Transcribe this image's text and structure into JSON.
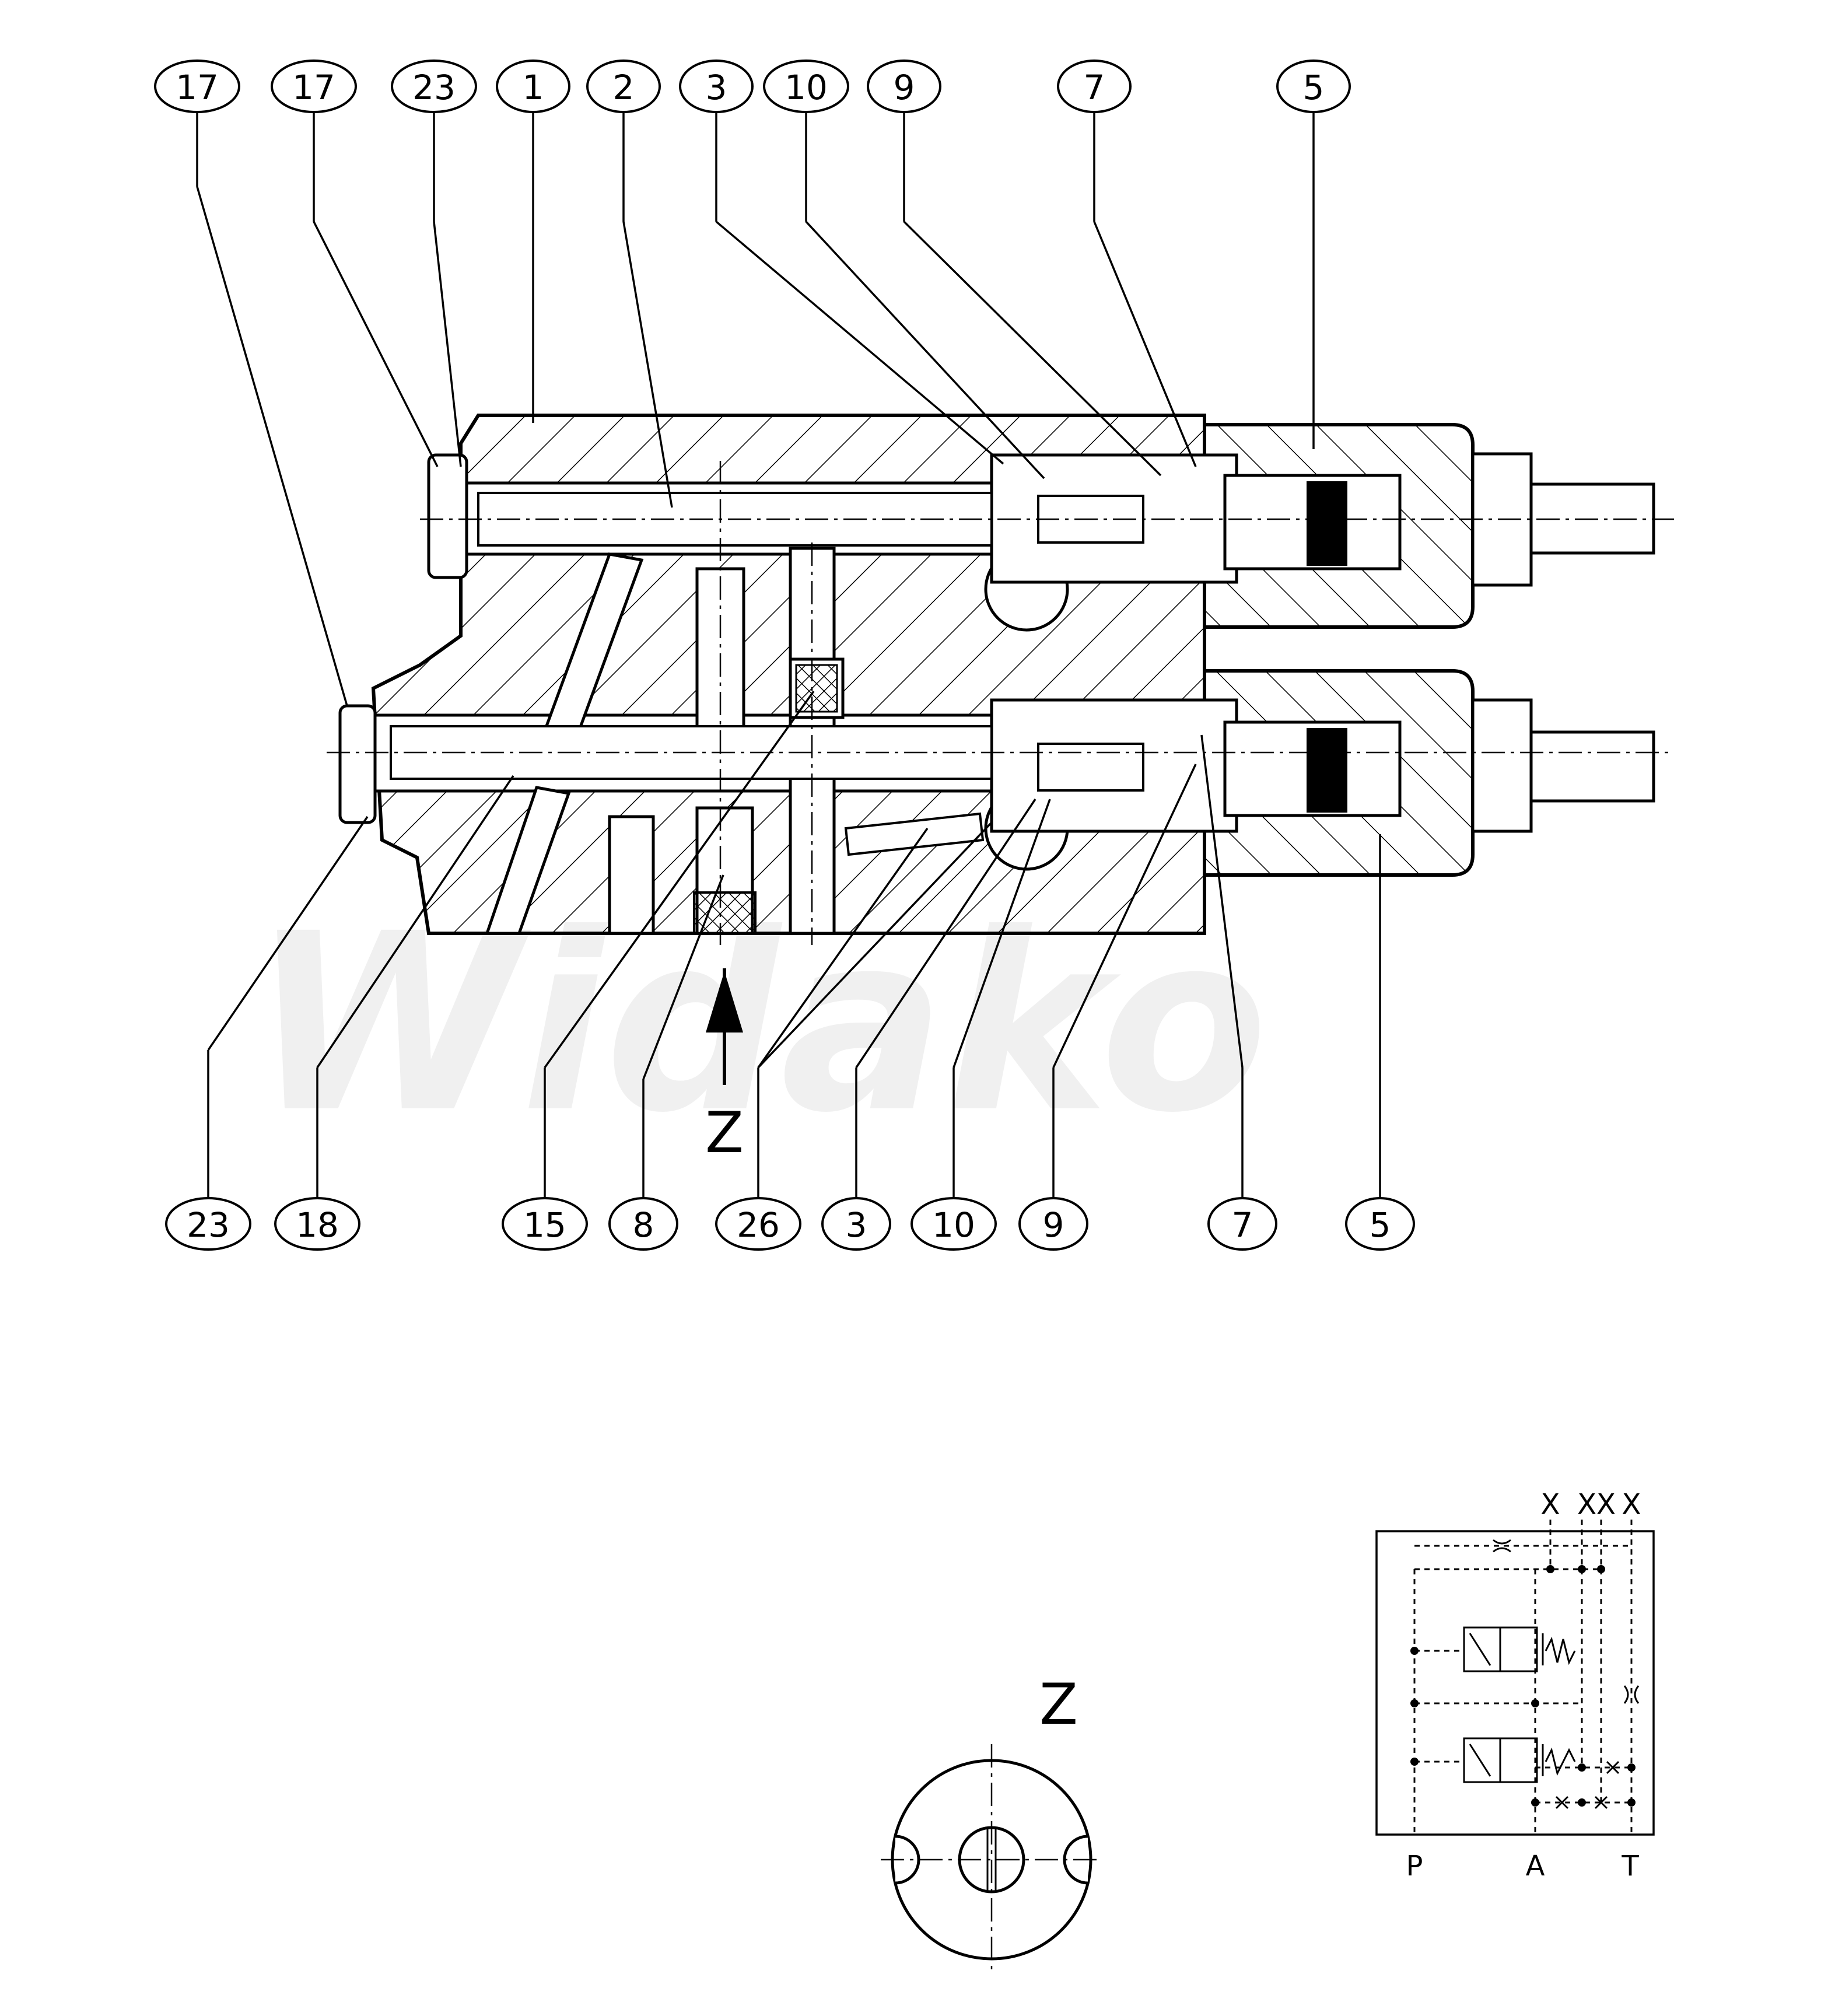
{
  "watermark": "Widako",
  "callouts_top": [
    "17",
    "17",
    "23",
    "1",
    "2",
    "3",
    "10",
    "9",
    "7",
    "5"
  ],
  "callouts_bottom": [
    "23",
    "18",
    "15",
    "8",
    "26",
    "3",
    "10",
    "9",
    "7",
    "5"
  ],
  "view_marker": "Z",
  "view_title": "Z",
  "schematic": {
    "top_labels": [
      "X",
      "XX",
      "X"
    ],
    "ports": [
      "P",
      "A",
      "T"
    ]
  }
}
